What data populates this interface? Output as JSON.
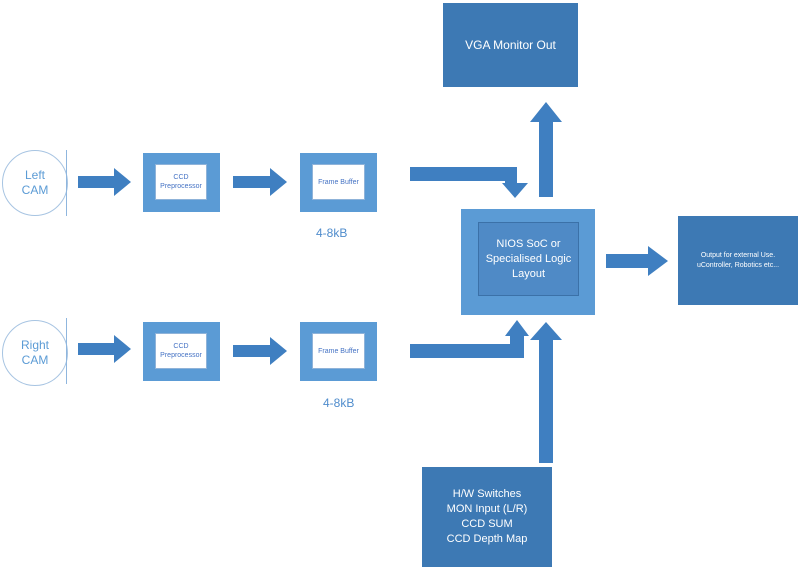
{
  "colors": {
    "box_light": "#5b9bd5",
    "box_dark": "#3d79b4",
    "arrow": "#3f7fc1",
    "text_blue": "#5b9bd5"
  },
  "left_cam": {
    "line1": "Left",
    "line2": "CAM"
  },
  "right_cam": {
    "line1": "Right",
    "line2": "CAM"
  },
  "left_ccd": {
    "line1": "CCD",
    "line2": "Preprocessor"
  },
  "right_ccd": {
    "line1": "CCD",
    "line2": "Preprocessor"
  },
  "left_frame_buffer": {
    "label": "Frame Buffer",
    "size": "4-8kB"
  },
  "right_frame_buffer": {
    "label": "Frame Buffer",
    "size": "4-8kB"
  },
  "vga": {
    "label": "VGA Monitor Out"
  },
  "nios": {
    "line1": "NIOS SoC or",
    "line2": "Specialised Logic",
    "line3": "Layout"
  },
  "output": {
    "line1": "Output for external Use.",
    "line2": "uController, Robotics etc..."
  },
  "switches": {
    "line1": "H/W Switches",
    "line2": "MON Input (L/R)",
    "line3": "CCD SUM",
    "line4": "CCD Depth Map"
  }
}
